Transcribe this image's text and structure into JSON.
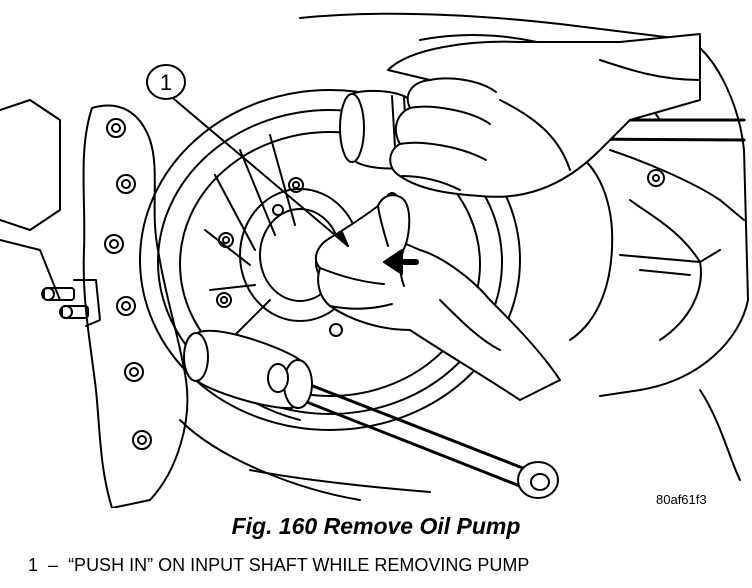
{
  "figure": {
    "callout": "1",
    "code": "80af61f3",
    "caption": "Fig. 160 Remove Oil Pump",
    "legend": [
      {
        "number": "1",
        "separator": "–",
        "text": "“PUSH IN” ON INPUT SHAFT WHILE REMOVING PUMP"
      }
    ]
  },
  "illustration": {
    "subject": "technician-removing-oil-pump-with-slide-hammers",
    "colors": {
      "line": "#000000",
      "fill": "#ffffff"
    }
  }
}
